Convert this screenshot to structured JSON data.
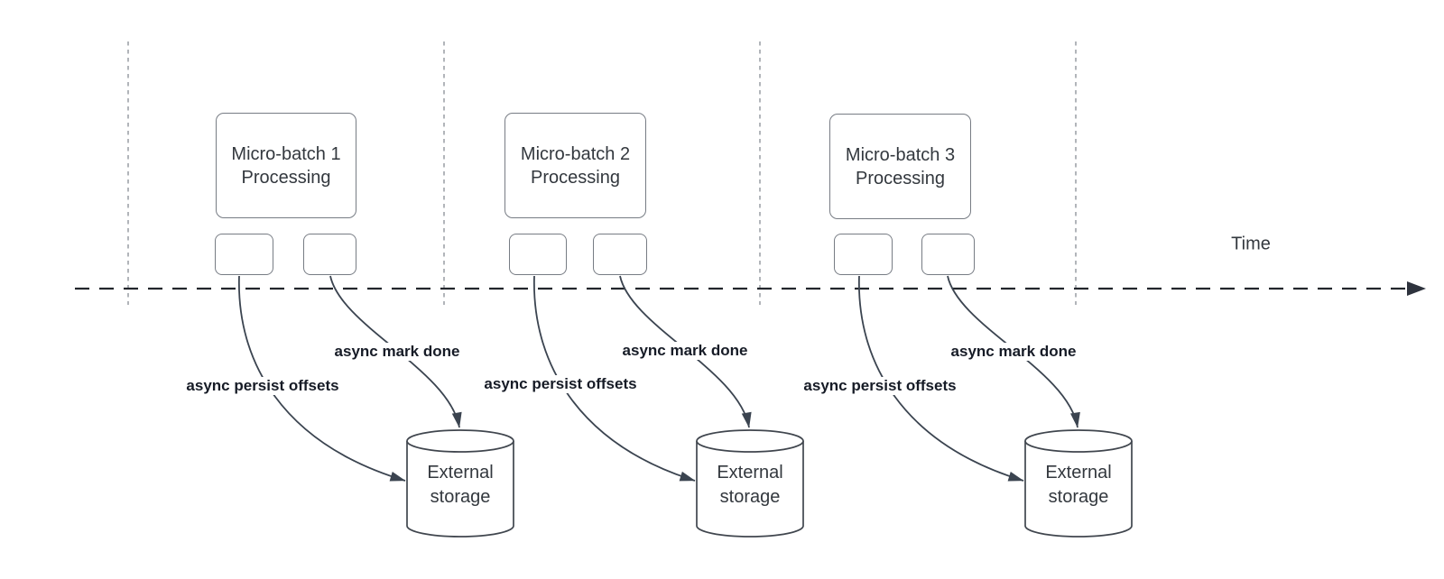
{
  "diagram": {
    "time_label": "Time",
    "groups": [
      {
        "title_line1": "Micro-batch 1",
        "title_line2": "Processing",
        "persist_label": "async persist offsets",
        "done_label": "async mark done",
        "storage_line1": "External",
        "storage_line2": "storage"
      },
      {
        "title_line1": "Micro-batch 2",
        "title_line2": "Processing",
        "persist_label": "async persist offsets",
        "done_label": "async mark done",
        "storage_line1": "External",
        "storage_line2": "storage"
      },
      {
        "title_line1": "Micro-batch 3",
        "title_line2": "Processing",
        "persist_label": "async persist offsets",
        "done_label": "async mark done",
        "storage_line1": "External",
        "storage_line2": "storage"
      }
    ]
  },
  "colors": {
    "background": "#ffffff",
    "time_axis": "#22262c",
    "interval_gridline": "#a9adb2",
    "connector": "#3b4450",
    "shape_border": "#777c84",
    "shape_text": "#33383e",
    "edge_label_text": "#161b26"
  }
}
